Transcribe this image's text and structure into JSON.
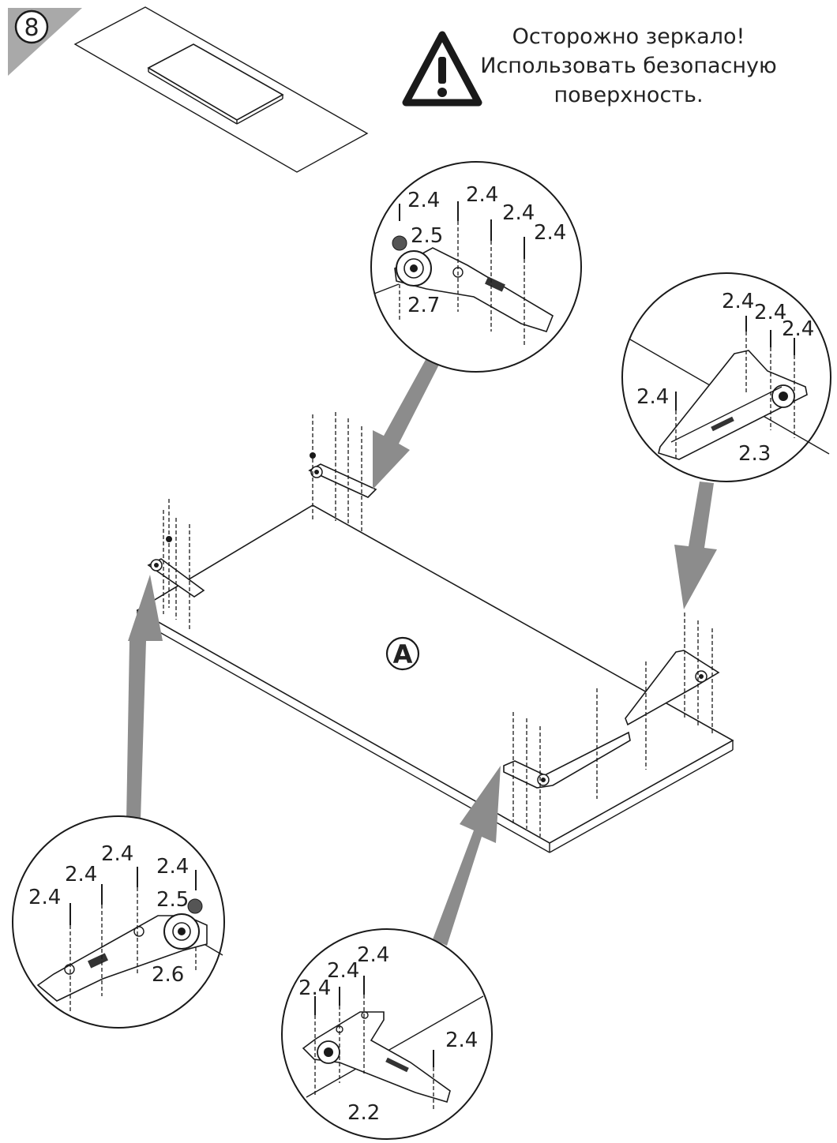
{
  "step": {
    "number": "8"
  },
  "warning": {
    "icon": "warning-triangle-icon",
    "lines": [
      "Осторожно зеркало!",
      "Использовать безопасную",
      "поверхность."
    ]
  },
  "panel": {
    "label": "A"
  },
  "details": {
    "top": {
      "screw": "2.4",
      "spacer": "2.5",
      "hinge": "2.7"
    },
    "right": {
      "screw": "2.4",
      "hinge": "2.3"
    },
    "left": {
      "screw": "2.4",
      "spacer": "2.5",
      "hinge": "2.6"
    },
    "bottom": {
      "screw": "2.4",
      "hinge": "2.2"
    }
  }
}
